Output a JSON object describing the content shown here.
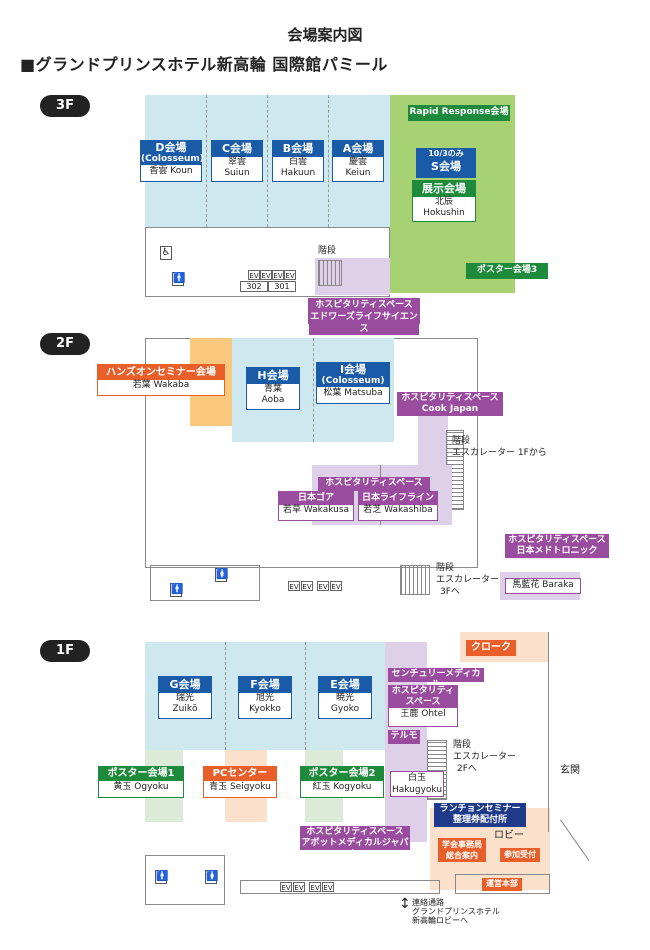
{
  "title": "会場案内図",
  "subtitle": "■グランドプリンスホテル新高輪 国際館パミール",
  "floors": {
    "f3": {
      "tag": "3F"
    },
    "f2": {
      "tag": "2F"
    },
    "f1": {
      "tag": "1F"
    }
  },
  "rooms3f": {
    "d": {
      "title": "D会場",
      "sub1": "(Colosseum)",
      "name": "香雲 Koun"
    },
    "c": {
      "title": "C会場",
      "name1": "翠雲",
      "name2": "Suiun"
    },
    "b": {
      "title": "B会場",
      "name1": "白雲",
      "name2": "Hakuun"
    },
    "a": {
      "title": "A会場",
      "name1": "慶雲",
      "name2": "Keiun"
    },
    "s": {
      "pre": "10/3のみ",
      "title": "S会場"
    },
    "exhibit": {
      "title": "展示会場",
      "name1": "北辰",
      "name2": "Hokushin"
    },
    "rapid": "Rapid Response会場",
    "poster3": "ポスター会場3",
    "hosp": {
      "title": "ホスピタリティスペース",
      "sponsor": "エドワーズライフサイエンス"
    },
    "stairs": "階段",
    "room302": "302",
    "room301": "301",
    "ev": "EV"
  },
  "rooms2f": {
    "handson": {
      "title": "ハンズオンセミナー会場",
      "name": "若葉 Wakaba"
    },
    "h": {
      "title": "H会場",
      "name1": "青葉",
      "name2": "Aoba"
    },
    "i": {
      "title": "I会場",
      "sub1": "(Colosseum)",
      "name": "松葉 Matsuba"
    },
    "cook": {
      "title": "ホスピタリティスペース",
      "sponsor": "Cook Japan"
    },
    "escalator1": {
      "l1": "階段",
      "l2": "エスカレーター 1Fから"
    },
    "hosp2": "ホスピタリティスペース",
    "goa": {
      "sponsor": "日本ゴア",
      "name": "若草 Wakakusa"
    },
    "lifeline": {
      "sponsor": "日本ライフライン",
      "name": "若芝 Wakashiba"
    },
    "medtronic": {
      "title": "ホスピタリティスペース",
      "sponsor": "日本メドトロニック"
    },
    "baraka": "馬藍花 Baraka",
    "escalator3": {
      "l1": "階段",
      "l2": "エスカレーター",
      "l3": "3Fへ"
    },
    "ev": "EV"
  },
  "rooms1f": {
    "g": {
      "title": "G会場",
      "name1": "瑞光",
      "name2": "Zuikō"
    },
    "f": {
      "title": "F会場",
      "name1": "旭光",
      "name2": "Kyokko"
    },
    "e": {
      "title": "E会場",
      "name1": "暁光",
      "name2": "Gyoko"
    },
    "century": "センチュリーメディカル",
    "hosp": {
      "title1": "ホスピタリティ",
      "title2": "スペース",
      "name": "王鹿 Ohtel"
    },
    "terumo": "テルモ",
    "cloak": "クローク",
    "poster1": {
      "title": "ポスター会場1",
      "name": "黄玉 Ogyoku"
    },
    "pc": {
      "title": "PCセンター",
      "name": "青玉 Seigyoku"
    },
    "poster2": {
      "title": "ポスター会場2",
      "name": "紅玉 Kogyoku"
    },
    "hakugyoku": {
      "name1": "白玉",
      "name2": "Hakugyoku"
    },
    "escalator": {
      "l1": "階段",
      "l2": "エスカレーター",
      "l3": "2Fへ"
    },
    "entrance": "玄関",
    "lunch": {
      "l1": "ランチョンセミナー",
      "l2": "整理券配付所"
    },
    "lobby": "ロビー",
    "abbott": {
      "title": "ホスピタリティスペース",
      "sponsor": "アボットメディカルジャパン"
    },
    "secretariat": {
      "l1": "学会事務局",
      "l2": "総合案内"
    },
    "reception": "参加受付",
    "hq": "運営本部",
    "passage": {
      "l1": "連絡通路",
      "l2": "グランドプリンスホテル",
      "l3": "新高輪ロビーへ"
    },
    "ev": "EV"
  }
}
